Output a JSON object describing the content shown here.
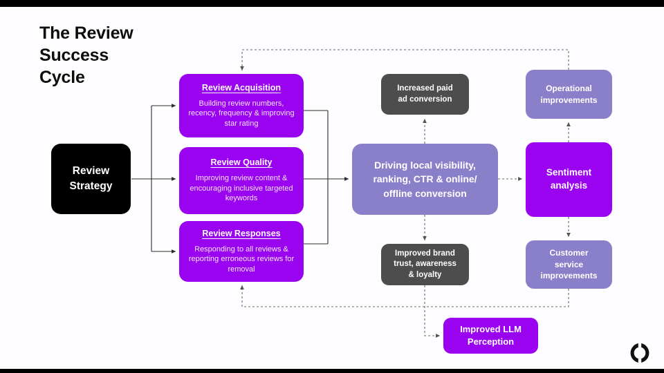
{
  "slide": {
    "title": "The Review\nSuccess\nCycle",
    "background_color": "#fdfcfe",
    "letterbox_color": "#000000"
  },
  "palette": {
    "bright_purple": "#9a03f0",
    "medium_purple": "#8a80c9",
    "dark_gray": "#4e4d4e",
    "black": "#000000",
    "body_text": "#f6e4ff"
  },
  "nodes": {
    "strategy": {
      "label": "Review\nStrategy",
      "color": "#000000"
    },
    "acquisition": {
      "title": "Review Acquisition",
      "body": "Building review numbers, recency, frequency & improving star rating",
      "color": "#9a03f0"
    },
    "quality": {
      "title": "Review Quality",
      "body": "Improving review content & encouraging inclusive targeted keywords",
      "color": "#9a03f0"
    },
    "responses": {
      "title": "Review Responses",
      "body": "Responding to all reviews & reporting erroneous reviews for removal",
      "color": "#9a03f0"
    },
    "visibility": {
      "label": "Driving local visibility,\nranking, CTR & online/\noffline conversion",
      "color": "#8a80c9"
    },
    "ads": {
      "label": "Increased paid\nad conversion",
      "color": "#4e4d4e"
    },
    "trust": {
      "label": "Improved brand\ntrust, awareness\n& loyalty",
      "color": "#4e4d4e"
    },
    "operational": {
      "label": "Operational\nimprovements",
      "color": "#8a80c9"
    },
    "sentiment": {
      "label": "Sentiment\nanalysis",
      "color": "#9a03f0"
    },
    "customer": {
      "label": "Customer\nservice\nimprovements",
      "color": "#8a80c9"
    },
    "llm": {
      "label": "Improved LLM\nPerception",
      "color": "#9a03f0"
    }
  },
  "logo": {
    "name": "split-circle-logo",
    "color": "#111111"
  }
}
